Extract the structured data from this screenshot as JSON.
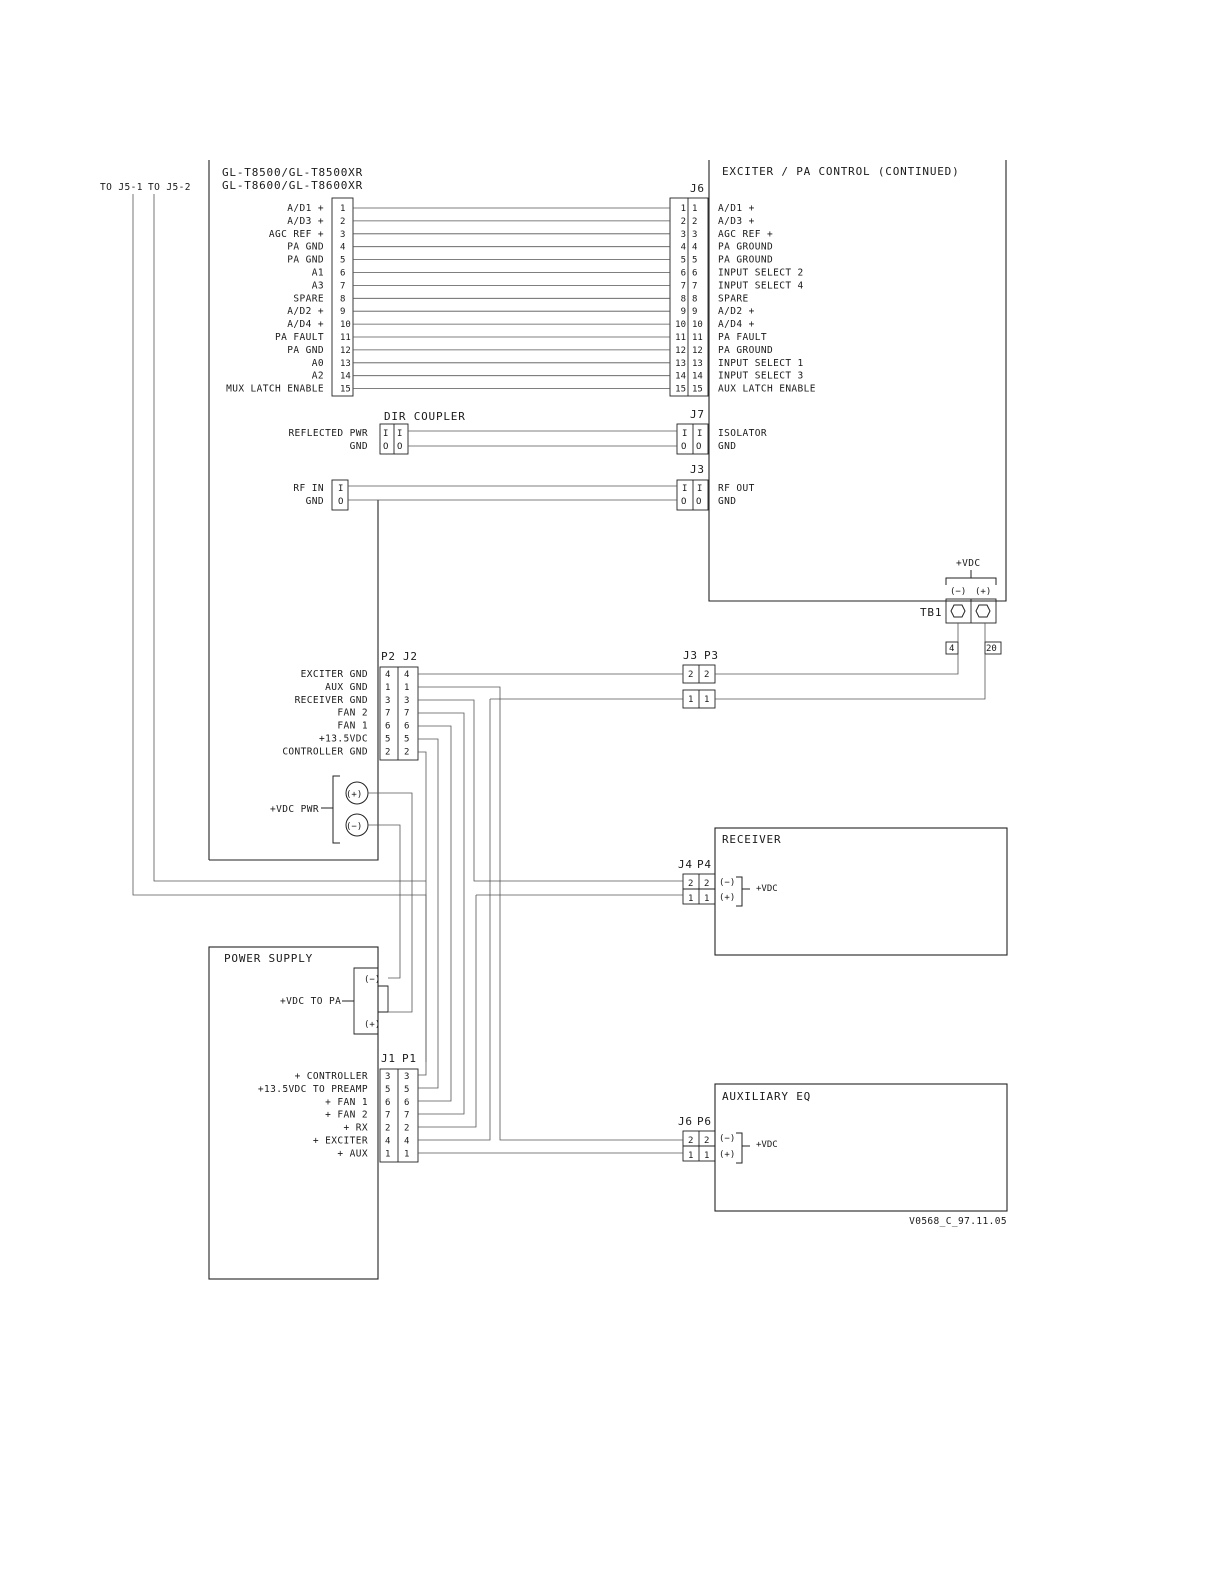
{
  "pa_unit": {
    "model_line1": "GL-T8500/GL-T8500XR",
    "model_line2": "GL-T8600/GL-T8600XR",
    "to_j5_1": "TO J5-1",
    "to_j5_2": "TO J5-2",
    "j6_pins": [
      {
        "label": "A/D1 +",
        "n": "1"
      },
      {
        "label": "A/D3 +",
        "n": "2"
      },
      {
        "label": "AGC REF +",
        "n": "3"
      },
      {
        "label": "PA GND",
        "n": "4"
      },
      {
        "label": "PA GND",
        "n": "5"
      },
      {
        "label": "A1",
        "n": "6"
      },
      {
        "label": "A3",
        "n": "7"
      },
      {
        "label": "SPARE",
        "n": "8"
      },
      {
        "label": "A/D2 +",
        "n": "9"
      },
      {
        "label": "A/D4 +",
        "n": "10"
      },
      {
        "label": "PA FAULT",
        "n": "11"
      },
      {
        "label": "PA GND",
        "n": "12"
      },
      {
        "label": "A0",
        "n": "13"
      },
      {
        "label": "A2",
        "n": "14"
      },
      {
        "label": "MUX LATCH ENABLE",
        "n": "15"
      }
    ],
    "dir_coupler": "DIR COUPLER",
    "reflected_pwr": "REFLECTED PWR",
    "gnd": "GND",
    "rf_in": "RF IN",
    "p2": "P2",
    "j2": "J2",
    "power_pins": [
      {
        "label": "EXCITER GND",
        "n": "4"
      },
      {
        "label": "AUX GND",
        "n": "1"
      },
      {
        "label": "RECEIVER GND",
        "n": "3"
      },
      {
        "label": "FAN 2",
        "n": "7"
      },
      {
        "label": "FAN 1",
        "n": "6"
      },
      {
        "label": "+13.5VDC",
        "n": "5"
      },
      {
        "label": "CONTROLLER GND",
        "n": "2"
      }
    ],
    "vdc_pwr": "+VDC PWR",
    "plus": "(+)",
    "minus": "(−)"
  },
  "exciter": {
    "title": "EXCITER / PA CONTROL (CONTINUED)",
    "j6": "J6",
    "pins": [
      {
        "label": "A/D1 +",
        "n": "1"
      },
      {
        "label": "A/D3 +",
        "n": "2"
      },
      {
        "label": "AGC REF +",
        "n": "3"
      },
      {
        "label": "PA GROUND",
        "n": "4"
      },
      {
        "label": "PA GROUND",
        "n": "5"
      },
      {
        "label": "INPUT SELECT 2",
        "n": "6"
      },
      {
        "label": "INPUT SELECT 4",
        "n": "7"
      },
      {
        "label": "SPARE",
        "n": "8"
      },
      {
        "label": "A/D2 +",
        "n": "9"
      },
      {
        "label": "A/D4 +",
        "n": "10"
      },
      {
        "label": "PA FAULT",
        "n": "11"
      },
      {
        "label": "PA GROUND",
        "n": "12"
      },
      {
        "label": "INPUT SELECT 1",
        "n": "13"
      },
      {
        "label": "INPUT SELECT 3",
        "n": "14"
      },
      {
        "label": "AUX LATCH ENABLE",
        "n": "15"
      }
    ],
    "j7": "J7",
    "isolator": "ISOLATOR",
    "gnd": "GND",
    "j3": "J3",
    "rf_out": "RF OUT",
    "vdc": "+VDC",
    "minus": "(−)",
    "plus": "(+)",
    "tb1": "TB1",
    "wire4": "4",
    "wire20": "20"
  },
  "j3p3": {
    "j3": "J3",
    "p3": "P3",
    "pins": [
      "2",
      "1"
    ]
  },
  "receiver": {
    "title": "RECEIVER",
    "j4": "J4",
    "p4": "P4",
    "pins": [
      "2",
      "1"
    ],
    "minus": "(−)",
    "plus": "(+)",
    "vdc": "+VDC"
  },
  "power_supply": {
    "title": "POWER SUPPLY",
    "vdc_to_pa": "+VDC TO PA",
    "minus": "(−)",
    "plus": "(+)",
    "j1": "J1",
    "p1": "P1",
    "pins": [
      {
        "label": "+ CONTROLLER",
        "n": "3"
      },
      {
        "label": "+13.5VDC TO PREAMP",
        "n": "5"
      },
      {
        "label": "+ FAN 1",
        "n": "6"
      },
      {
        "label": "+ FAN 2",
        "n": "7"
      },
      {
        "label": "+ RX",
        "n": "2"
      },
      {
        "label": "+ EXCITER",
        "n": "4"
      },
      {
        "label": "+ AUX",
        "n": "1"
      }
    ]
  },
  "aux_eq": {
    "title": "AUXILIARY EQ",
    "j6": "J6",
    "p6": "P6",
    "pins": [
      "2",
      "1"
    ],
    "minus": "(−)",
    "plus": "(+)",
    "vdc": "+VDC"
  },
  "drawing_number": "V0568_C_97.11.05"
}
